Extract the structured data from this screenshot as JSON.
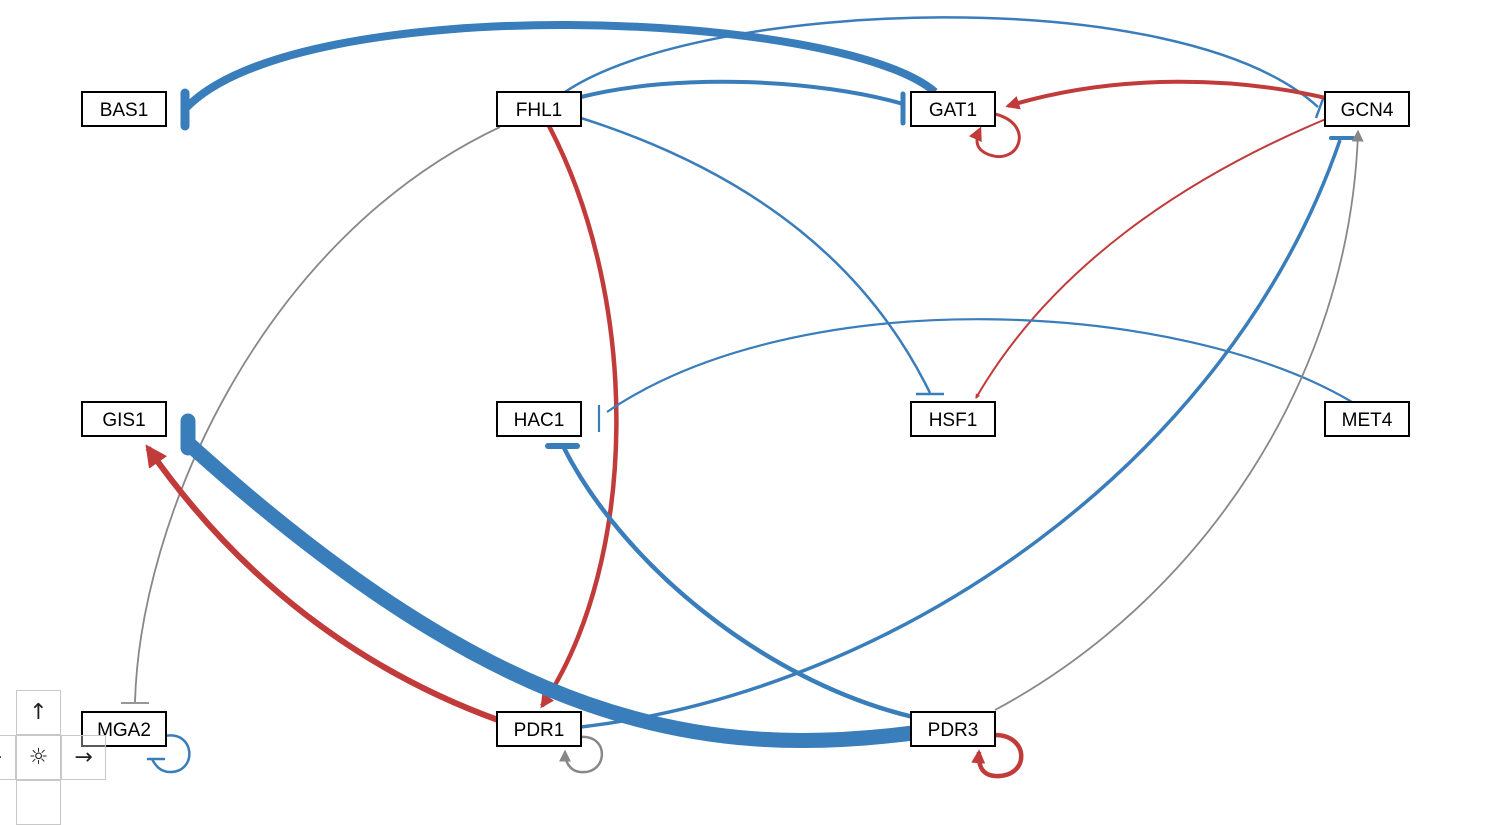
{
  "colors": {
    "activation": "#c23b3b",
    "repression": "#3a7dbb",
    "unknown": "#888888"
  },
  "nodes": [
    {
      "id": "BAS1",
      "label": "BAS1"
    },
    {
      "id": "FHL1",
      "label": "FHL1"
    },
    {
      "id": "GAT1",
      "label": "GAT1"
    },
    {
      "id": "GCN4",
      "label": "GCN4"
    },
    {
      "id": "GIS1",
      "label": "GIS1"
    },
    {
      "id": "HAC1",
      "label": "HAC1"
    },
    {
      "id": "HSF1",
      "label": "HSF1"
    },
    {
      "id": "MET4",
      "label": "MET4"
    },
    {
      "id": "MGA2",
      "label": "MGA2"
    },
    {
      "id": "PDR1",
      "label": "PDR1"
    },
    {
      "id": "PDR3",
      "label": "PDR3"
    }
  ],
  "edges": [
    {
      "source": "GAT1",
      "target": "BAS1",
      "type": "repression",
      "weight": "heavy"
    },
    {
      "source": "FHL1",
      "target": "GAT1",
      "type": "repression",
      "weight": "medium"
    },
    {
      "source": "FHL1",
      "target": "GCN4",
      "type": "repression",
      "weight": "light"
    },
    {
      "source": "FHL1",
      "target": "HSF1",
      "type": "repression",
      "weight": "light"
    },
    {
      "source": "FHL1",
      "target": "MGA2",
      "type": "unknown",
      "weight": "thin"
    },
    {
      "source": "FHL1",
      "target": "PDR1",
      "type": "activation",
      "weight": "medium"
    },
    {
      "source": "GCN4",
      "target": "GAT1",
      "type": "activation",
      "weight": "medium"
    },
    {
      "source": "GCN4",
      "target": "HSF1",
      "type": "activation",
      "weight": "light"
    },
    {
      "source": "GAT1",
      "target": "GAT1",
      "type": "activation",
      "weight": "light"
    },
    {
      "source": "MET4",
      "target": "HAC1",
      "type": "repression",
      "weight": "light"
    },
    {
      "source": "PDR3",
      "target": "GIS1",
      "type": "repression",
      "weight": "heaviest"
    },
    {
      "source": "PDR1",
      "target": "GIS1",
      "type": "activation",
      "weight": "medium"
    },
    {
      "source": "PDR3",
      "target": "HAC1",
      "type": "repression",
      "weight": "medium"
    },
    {
      "source": "PDR1",
      "target": "GCN4",
      "type": "repression",
      "weight": "medium"
    },
    {
      "source": "PDR3",
      "target": "GCN4",
      "type": "unknown",
      "weight": "thin"
    },
    {
      "source": "MGA2",
      "target": "MGA2",
      "type": "repression",
      "weight": "light"
    },
    {
      "source": "PDR1",
      "target": "PDR1",
      "type": "unknown",
      "weight": "light"
    },
    {
      "source": "PDR3",
      "target": "PDR3",
      "type": "activation",
      "weight": "medium"
    }
  ],
  "nav_controls": [
    {
      "name": "pan-up-button",
      "glyph": "↑"
    },
    {
      "name": "pan-left-button",
      "glyph": "←"
    },
    {
      "name": "reset-view-button",
      "glyph": "☼"
    },
    {
      "name": "pan-right-button",
      "glyph": "→"
    }
  ]
}
